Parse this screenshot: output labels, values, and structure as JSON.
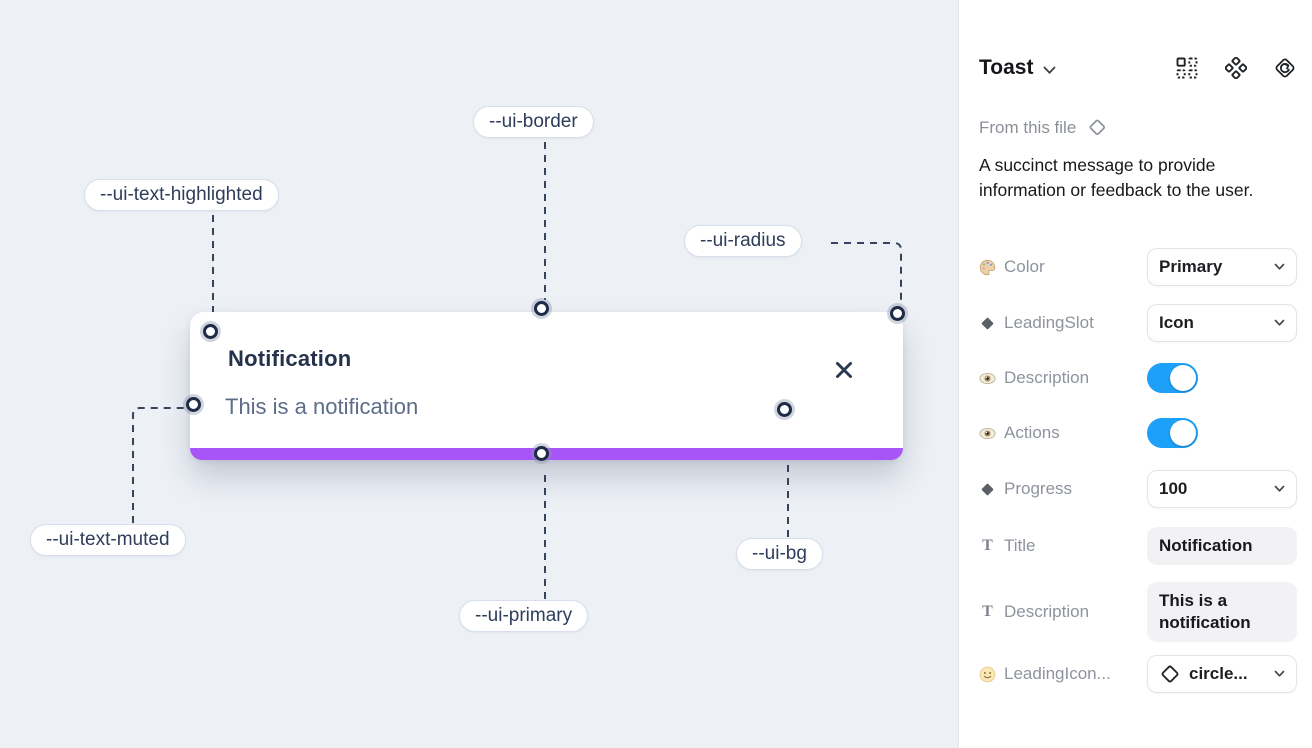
{
  "colors": {
    "canvas_bg": "#edf1f6",
    "primary_purple": "#a855f7",
    "toggle_blue": "#1da0f8",
    "wire_dark": "#36435e"
  },
  "canvas": {
    "toast": {
      "title": "Notification",
      "description": "This is a notification",
      "close_icon": "x-icon"
    },
    "tokens": [
      {
        "label": "--ui-border"
      },
      {
        "label": "--ui-text-highlighted"
      },
      {
        "label": "--ui-radius"
      },
      {
        "label": "--ui-text-muted"
      },
      {
        "label": "--ui-primary"
      },
      {
        "label": "--ui-bg"
      }
    ]
  },
  "panel": {
    "title": "Toast",
    "source": "From this file",
    "description": "A succinct message to provide information or feedback to the user.",
    "rows": [
      {
        "icon": "palette-icon",
        "label": "Color",
        "control": "dropdown",
        "value": "Primary"
      },
      {
        "icon": "diamond-icon",
        "label": "LeadingSlot",
        "control": "dropdown",
        "value": "Icon"
      },
      {
        "icon": "eye-icon",
        "label": "Description",
        "control": "toggle",
        "value": "on"
      },
      {
        "icon": "eye-icon",
        "label": "Actions",
        "control": "toggle",
        "value": "on"
      },
      {
        "icon": "diamond-icon",
        "label": "Progress",
        "control": "dropdown",
        "value": "100"
      },
      {
        "icon": "text-icon",
        "label": "Title",
        "control": "text",
        "value": "Notification"
      },
      {
        "icon": "text-icon",
        "label": "Description",
        "control": "text",
        "value": "This is a notification"
      },
      {
        "icon": "smiley-icon",
        "label": "LeadingIcon...",
        "control": "dropdown",
        "value": "circle..."
      }
    ]
  }
}
